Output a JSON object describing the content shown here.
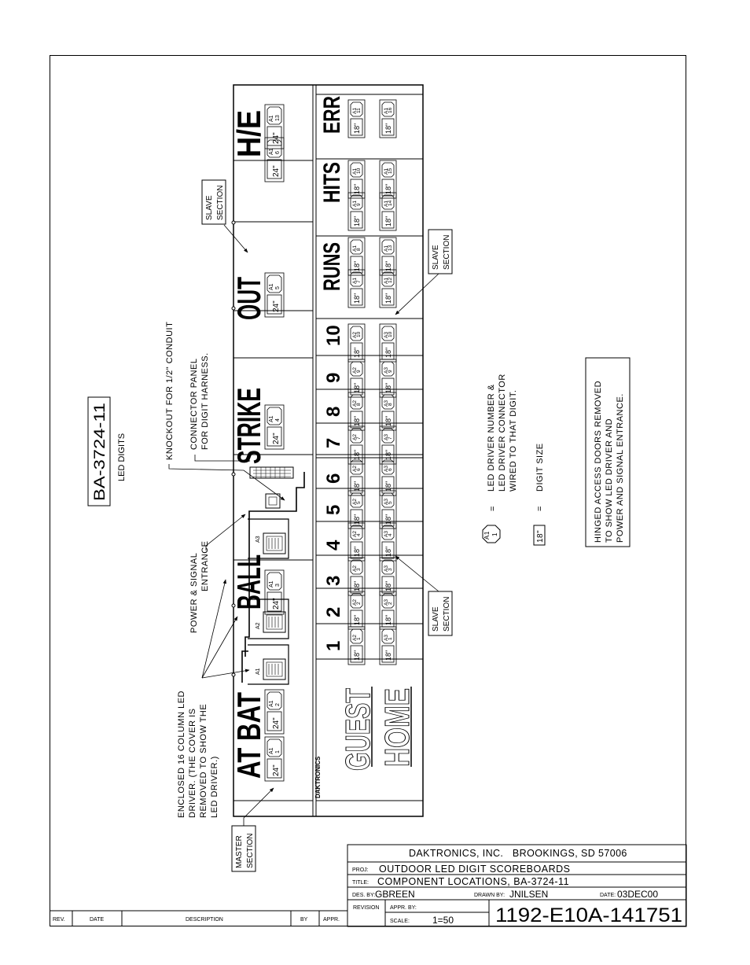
{
  "drawing": {
    "doc_code": "BA-3724-11",
    "doc_subtitle": "LED DIGITS",
    "sign_labels": {
      "top_row": [
        "AT BAT",
        "BALL",
        "STRIKE",
        "OUT",
        "H/E"
      ],
      "brand": "DAKTRONICS",
      "guest": "GUEST",
      "home": "HOME",
      "innings": [
        "1",
        "2",
        "3",
        "4",
        "5",
        "6",
        "7",
        "8",
        "9",
        "10"
      ],
      "totals": [
        "RUNS",
        "HITS",
        "ERR"
      ]
    },
    "top_digits": [
      {
        "driver": "A1",
        "num": "1",
        "size": "24\""
      },
      {
        "driver": "A1",
        "num": "2",
        "size": "24\""
      },
      {
        "driver": "A1",
        "num": "3",
        "size": "24\""
      },
      {
        "driver": "A1",
        "num": "4",
        "size": "24\""
      },
      {
        "driver": "A1",
        "num": "5",
        "size": "24\""
      },
      {
        "driver": "A1",
        "num": "6",
        "size": "24\""
      },
      {
        "driver": "A1",
        "num": "13",
        "size": "24\""
      }
    ],
    "guest_innings": [
      {
        "driver": "A2",
        "num": "1",
        "size": "18\""
      },
      {
        "driver": "A2",
        "num": "2",
        "size": "18\""
      },
      {
        "driver": "A2",
        "num": "3",
        "size": "18\""
      },
      {
        "driver": "A2",
        "num": "4",
        "size": "18\""
      },
      {
        "driver": "A2",
        "num": "5",
        "size": "18\""
      },
      {
        "driver": "A2",
        "num": "6",
        "size": "18\""
      },
      {
        "driver": "A2",
        "num": "7",
        "size": "18\""
      },
      {
        "driver": "A2",
        "num": "8",
        "size": "18\""
      },
      {
        "driver": "A2",
        "num": "9",
        "size": "18\""
      },
      {
        "driver": "A2",
        "num": "10",
        "size": "18\""
      }
    ],
    "home_innings": [
      {
        "driver": "A3",
        "num": "1",
        "size": "18\""
      },
      {
        "driver": "A3",
        "num": "2",
        "size": "18\""
      },
      {
        "driver": "A3",
        "num": "3",
        "size": "18\""
      },
      {
        "driver": "A3",
        "num": "4",
        "size": "18\""
      },
      {
        "driver": "A3",
        "num": "5",
        "size": "18\""
      },
      {
        "driver": "A3",
        "num": "6",
        "size": "18\""
      },
      {
        "driver": "A3",
        "num": "7",
        "size": "18\""
      },
      {
        "driver": "A3",
        "num": "8",
        "size": "18\""
      },
      {
        "driver": "A3",
        "num": "9",
        "size": "18\""
      },
      {
        "driver": "A3",
        "num": "10",
        "size": "18\""
      }
    ],
    "guest_totals": [
      {
        "driver": "A1",
        "num": "7",
        "size": "18\""
      },
      {
        "driver": "A1",
        "num": "8",
        "size": "18\""
      },
      {
        "driver": "A1",
        "num": "9",
        "size": "18\""
      },
      {
        "driver": "A1",
        "num": "10",
        "size": "18\""
      },
      {
        "driver": "A1",
        "num": "11",
        "size": "18\""
      }
    ],
    "home_totals": [
      {
        "driver": "A1",
        "num": "12",
        "size": "18\""
      },
      {
        "driver": "A1",
        "num": "13",
        "size": "18\""
      },
      {
        "driver": "A1",
        "num": "14",
        "size": "18\""
      },
      {
        "driver": "A1",
        "num": "15",
        "size": "18\""
      },
      {
        "driver": "A1",
        "num": "16",
        "size": "18\""
      }
    ],
    "drivers": [
      "A1",
      "A2",
      "A3"
    ],
    "callouts": {
      "knockout": "KNOCKOUT FOR 1/2\" CONDUIT",
      "connector_1": "CONNECTOR PANEL",
      "connector_2": "FOR DIGIT HARNESS.",
      "power_1": "POWER & SIGNAL",
      "power_2": "ENTRANCE",
      "enclosed_1": "ENCLOSED 16 COLUMN LED",
      "enclosed_2": "DRIVER. (THE COVER IS",
      "enclosed_3": "REMOVED TO SHOW THE",
      "enclosed_4": "LED DRIVER.)",
      "master_1": "MASTER",
      "master_2": "SECTION",
      "slave_1": "SLAVE",
      "slave_2": "SECTION"
    },
    "legend": {
      "driver_sym": "A1",
      "driver_sym_num": "1",
      "eq": "=",
      "driver_desc_1": "LED DRIVER NUMBER &",
      "driver_desc_2": "LED DRIVER CONNECTOR",
      "driver_desc_3": "WIRED TO THAT DIGIT.",
      "size_sym": "18\"",
      "size_desc": "DIGIT SIZE",
      "hinged_1": "HINGED ACCESS DOORS REMOVED",
      "hinged_2": "TO SHOW LED DRIVER AND",
      "hinged_3": "POWER AND SIGNAL ENTRANCE."
    }
  },
  "title_block": {
    "company": "DAKTRONICS, INC.   BROOKINGS, SD 57006",
    "proj_label": "PROJ:",
    "proj": "OUTDOOR LED DIGIT SCOREBOARDS",
    "title_label": "TITLE:",
    "title": "COMPONENT LOCATIONS, BA-3724-11",
    "des_label": "DES. BY:",
    "des": "GBREEN",
    "drawn_label": "DRAWN BY:",
    "drawn": "JNILSEN",
    "date_label": "DATE:",
    "date": "03DEC00",
    "revision_label": "REVISION",
    "appr_label": "APPR. BY:",
    "appr": "",
    "scale_label": "SCALE:",
    "scale": "1=50",
    "drawing_no": "1192-E10A-141751"
  },
  "revision_columns": [
    "REV.",
    "DATE",
    "DESCRIPTION",
    "BY",
    "APPR."
  ]
}
